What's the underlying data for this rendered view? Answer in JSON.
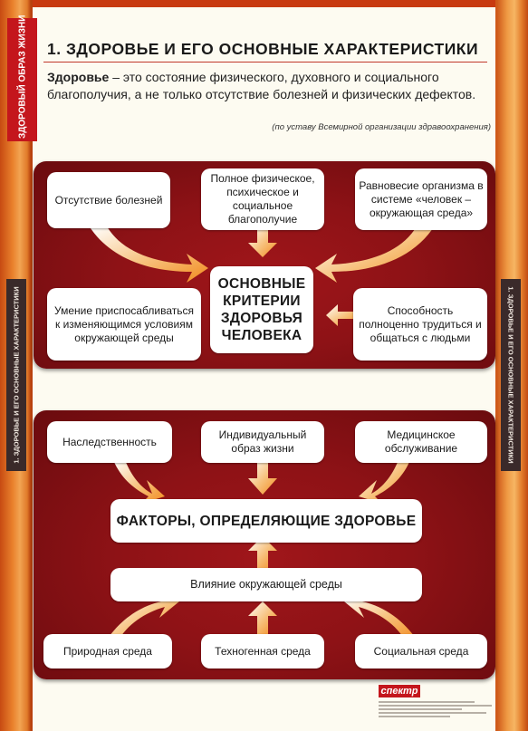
{
  "side_tab": "ЗДОРОВЫЙ ОБРАЗ ЖИЗНИ",
  "side_strip_text": "1. ЗДОРОВЬЕ И ЕГО ОСНОВНЫЕ ХАРАКТЕРИСТИКИ",
  "title": "1. ЗДОРОВЬЕ И ЕГО ОСНОВНЫЕ ХАРАКТЕРИСТИКИ",
  "definition": {
    "term": "Здоровье",
    "text": " – это состояние физического, духовного и социального благополучия, а не только отсутствие болезней и физических дефектов.",
    "source": "(по уставу Всемирной организации здравоохранения)"
  },
  "criteria": {
    "center": "ОСНОВНЫЕ КРИТЕРИИ ЗДОРОВЬЯ ЧЕЛОВЕКА",
    "top_left": "Отсутствие болезней",
    "top_middle": "Полное физическое, психическое и социальное благополучие",
    "top_right": "Равновесие организма в системе «человек – окружающая среда»",
    "bottom_left": "Умение приспосабливаться к изменяющимся условиям окружающей среды",
    "bottom_right": "Способность полноценно трудиться и общаться с людьми"
  },
  "factors": {
    "center": "ФАКТОРЫ, ОПРЕДЕЛЯЮЩИЕ ЗДОРОВЬЕ",
    "top_left": "Наследственность",
    "top_middle": "Индивидуальный образ жизни",
    "top_right": "Медицинское обслуживание",
    "environment": "Влияние окружающей среды",
    "bottom_left": "Природная среда",
    "bottom_middle": "Техногенная среда",
    "bottom_right": "Социальная среда"
  },
  "publisher_logo": "спектр",
  "colors": {
    "accent_red": "#c4161c",
    "panel_red": "#8e1216",
    "arrow_orange": "#f28a1e",
    "background": "#fdfbf1"
  }
}
